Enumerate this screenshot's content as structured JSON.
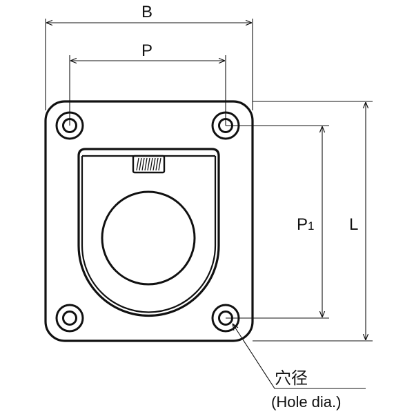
{
  "dimensions": {
    "width_label": "B",
    "hole_pitch_label": "P",
    "vertical_pitch_label": "P",
    "vertical_pitch_subscript": "1",
    "length_label": "L"
  },
  "callout": {
    "label_jp": "穴径",
    "label_en": "(Hole dia.)"
  },
  "colors": {
    "line": "#111111",
    "background": "#ffffff"
  }
}
